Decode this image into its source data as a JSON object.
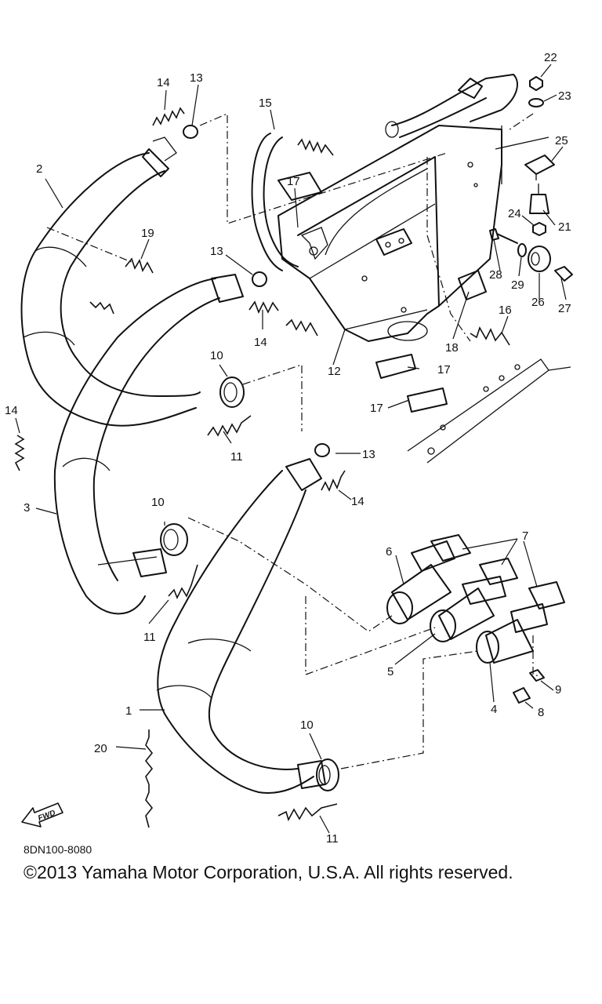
{
  "callouts": [
    "1",
    "2",
    "3",
    "4",
    "5",
    "6",
    "7",
    "8",
    "9",
    "10",
    "11",
    "12",
    "13",
    "14",
    "15",
    "16",
    "17",
    "18",
    "19",
    "20",
    "21",
    "22",
    "23",
    "24",
    "25",
    "26",
    "27",
    "28",
    "29"
  ],
  "fwd_label": "FWD",
  "diagram_code": "8DN100-8080",
  "copyright": "©2013 Yamaha Motor Corporation, U.S.A. All rights reserved."
}
